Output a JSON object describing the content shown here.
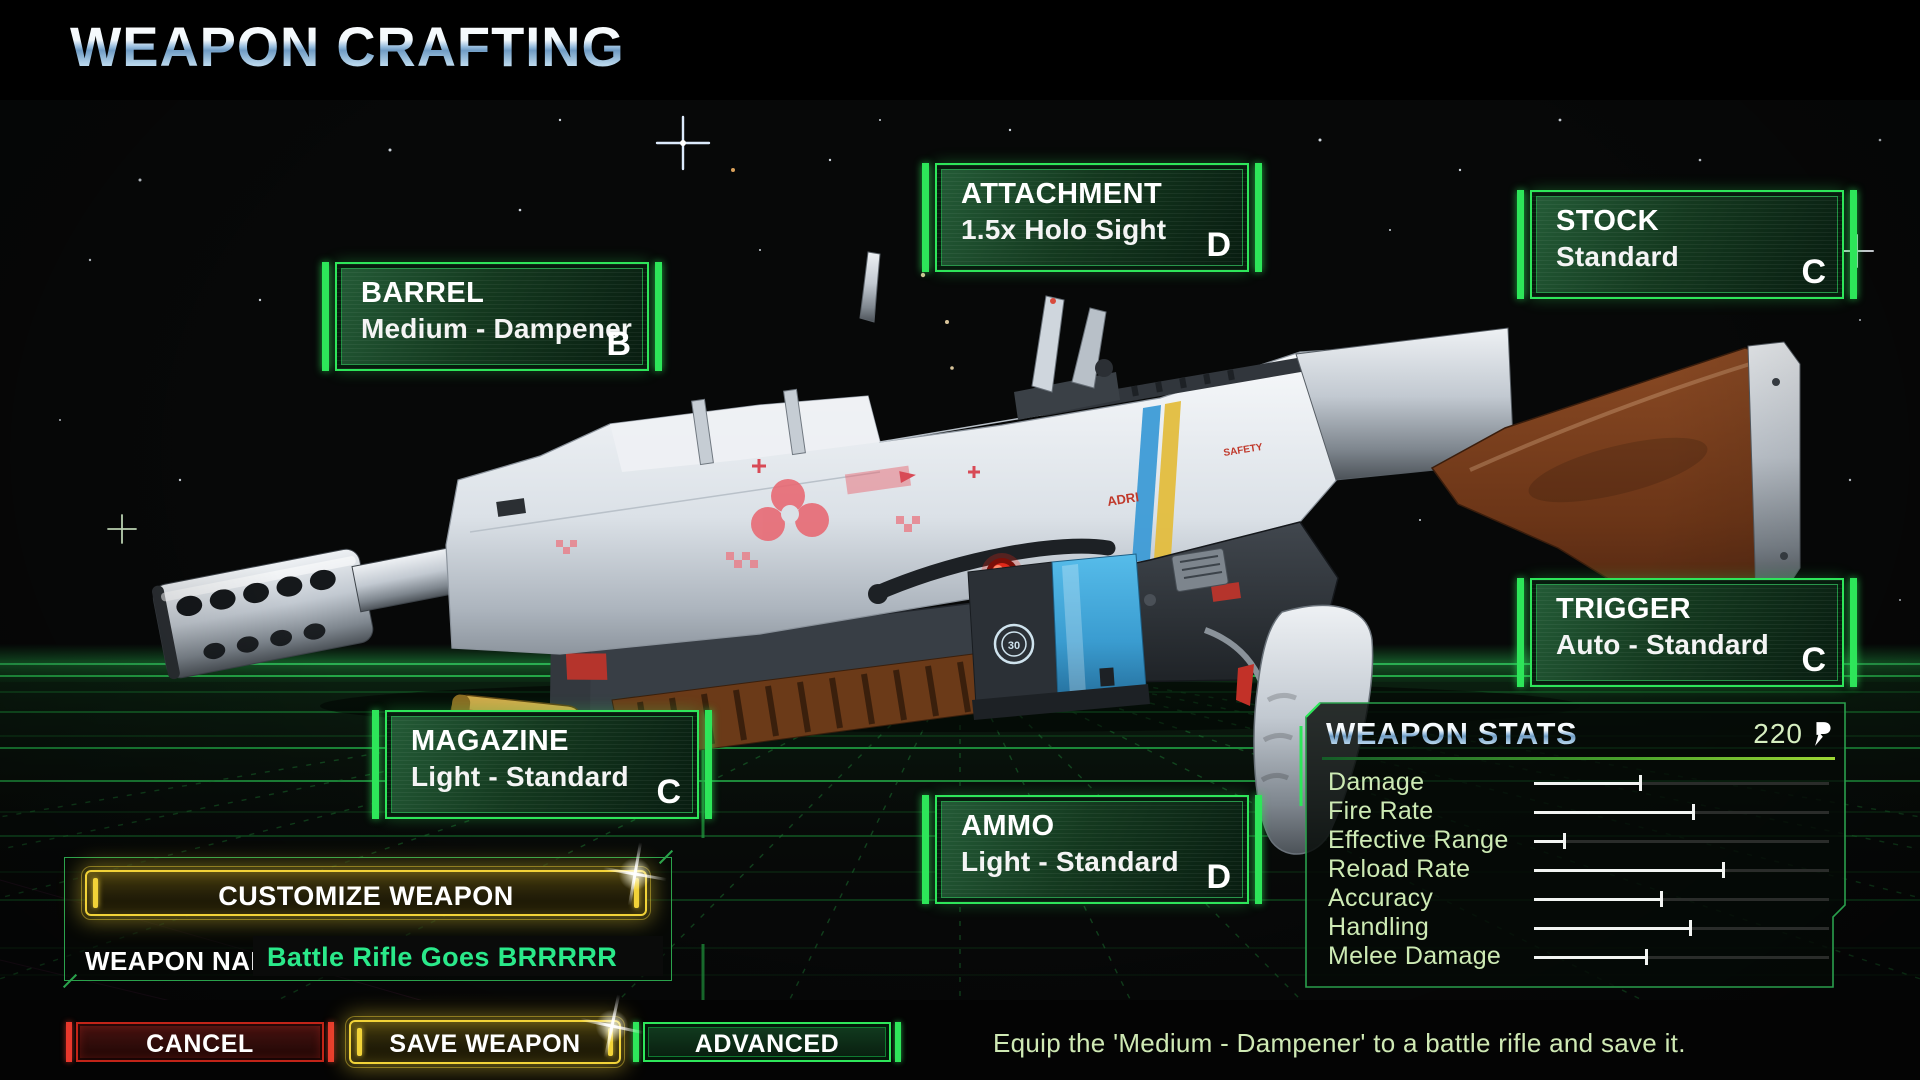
{
  "header": {
    "title": "WEAPON CRAFTING"
  },
  "slots": [
    {
      "name": "BARREL",
      "value": "Medium - Dampener",
      "grade": "B"
    },
    {
      "name": "ATTACHMENT",
      "value": "1.5x Holo Sight",
      "grade": "D"
    },
    {
      "name": "STOCK",
      "value": "Standard",
      "grade": "C"
    },
    {
      "name": "TRIGGER",
      "value": "Auto - Standard",
      "grade": "C"
    },
    {
      "name": "MAGAZINE",
      "value": "Light - Standard",
      "grade": "C"
    },
    {
      "name": "AMMO",
      "value": "Light - Standard",
      "grade": "D"
    }
  ],
  "stats_panel": {
    "title": "WEAPON STATS",
    "cost": "220",
    "currency_icon": "energy-credit-icon",
    "stats": [
      {
        "name": "Damage",
        "value": 36
      },
      {
        "name": "Fire Rate",
        "value": 54
      },
      {
        "name": "Effective Range",
        "value": 10
      },
      {
        "name": "Reload Rate",
        "value": 64
      },
      {
        "name": "Accuracy",
        "value": 43
      },
      {
        "name": "Handling",
        "value": 53
      },
      {
        "name": "Melee Damage",
        "value": 38
      }
    ]
  },
  "customize_panel": {
    "button": "CUSTOMIZE WEAPON",
    "name_label": "WEAPON NAME:",
    "name_value": "Battle Rifle Goes BRRRRR"
  },
  "footer": {
    "cancel": "CANCEL",
    "save": "SAVE WEAPON",
    "advanced": "ADVANCED",
    "hint": "Equip the 'Medium - Dampener' to a battle rifle and save it."
  },
  "weapon_markings": {
    "left": "ADRI",
    "right": "SAFETY",
    "mag": "30"
  },
  "colors": {
    "accent_green": "#2ee65a",
    "accent_yellow": "#f2d338",
    "accent_red": "#e8382c",
    "name_green": "#2ae98a",
    "stat_text": "#cdeab4"
  }
}
